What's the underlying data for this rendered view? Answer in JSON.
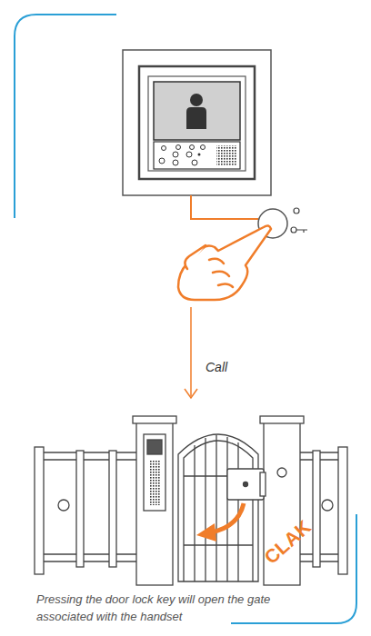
{
  "diagram": {
    "caption": "Pressing the door lock key will open the gate associated with the handset",
    "labels": [
      "Call",
      "CLAK"
    ]
  }
}
